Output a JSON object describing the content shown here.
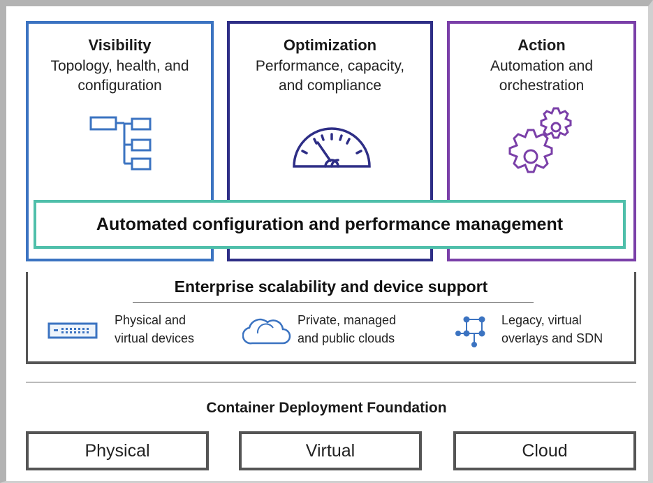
{
  "pillars": [
    {
      "title": "Visibility",
      "subtitle": "Topology, health, and\nconfiguration",
      "icon": "topology-tree-icon",
      "color": "#3b73c1"
    },
    {
      "title": "Optimization",
      "subtitle": "Performance, capacity,\nand compliance",
      "icon": "speedometer-icon",
      "color": "#2e2e86"
    },
    {
      "title": "Action",
      "subtitle": "Automation and\norchestration",
      "icon": "gears-icon",
      "color": "#7a3fa8"
    }
  ],
  "banner": {
    "text": "Automated configuration and performance management",
    "color": "#4fbfaa"
  },
  "scalability": {
    "title": "Enterprise scalability and device support",
    "features": [
      {
        "label": "Physical and\nvirtual devices",
        "icon": "network-switch-icon"
      },
      {
        "label": "Private, managed\nand public clouds",
        "icon": "cloud-icon"
      },
      {
        "label": "Legacy, virtual\noverlays and SDN",
        "icon": "network-nodes-icon"
      }
    ]
  },
  "foundation": {
    "title": "Container Deployment Foundation",
    "boxes": [
      "Physical",
      "Virtual",
      "Cloud"
    ]
  }
}
